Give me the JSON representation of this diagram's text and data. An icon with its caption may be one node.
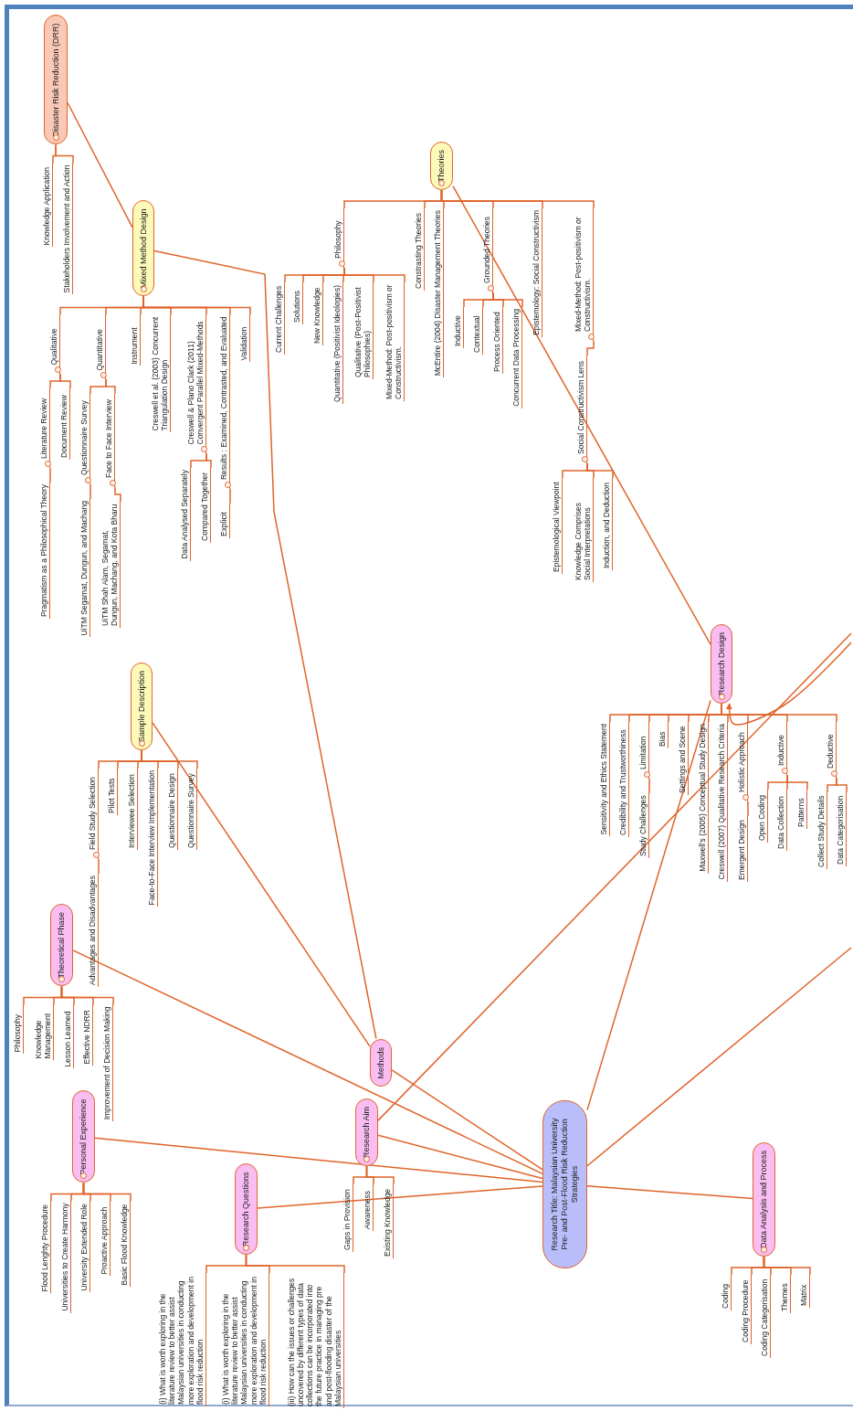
{
  "diagram": {
    "nodes": [
      {
        "text": [
          "Research Title: Malaysian University Pre- and Post-Flood Risk Reduction Strategies"
        ]
      },
      {
        "text": [
          "Disaster Risk Reduction (DRR)"
        ]
      },
      {
        "text": [
          "Knowledge Application"
        ]
      },
      {
        "text": [
          "Stakeholders Involvement and Action"
        ]
      },
      {
        "text": [
          "Mixed Method Design"
        ]
      },
      {
        "text": [
          "Qualitative"
        ]
      },
      {
        "text": [
          "Literature Review"
        ]
      },
      {
        "text": [
          "Pragmatism as a Philosophical Theory"
        ]
      },
      {
        "text": [
          "Document Review"
        ]
      },
      {
        "text": [
          "Quantitative"
        ]
      },
      {
        "text": [
          "Questionnaire Survey"
        ]
      },
      {
        "text": [
          "UiTM Segamat, Dungun, and Machang"
        ]
      },
      {
        "text": [
          "Face to Face Interview"
        ]
      },
      {
        "text": [
          "UiTM Shah Alam, Segamat, Dungun, Machang, and Kota Bharu"
        ]
      },
      {
        "text": [
          "Instrument"
        ]
      },
      {
        "text": [
          "Creswell et al. (2003) Concurrent Triangulation Design"
        ]
      },
      {
        "text": [
          "Creswell & Plano Clark (2011) Convergent Parallel Mixed-Methods"
        ]
      },
      {
        "text": [
          "Data Analysed Separately"
        ]
      },
      {
        "text": [
          "Compared Together"
        ]
      },
      {
        "text": [
          "Results : Examined, Contrasted, and Evaluated"
        ]
      },
      {
        "text": [
          "Explicit"
        ]
      },
      {
        "text": [
          "Validation"
        ]
      },
      {
        "text": [
          "Theories"
        ]
      },
      {
        "text": [
          "Philosophy"
        ]
      },
      {
        "text": [
          "Current Challenges"
        ]
      },
      {
        "text": [
          "Solutions"
        ]
      },
      {
        "text": [
          "New Knowledge"
        ]
      },
      {
        "text": [
          "Quantitative (Positivist Ideologies)"
        ]
      },
      {
        "text": [
          "Qualitative (Post-Positivist Philosophies)"
        ]
      },
      {
        "text": [
          "Mixed-Method: Post-positivism or Constructivism."
        ]
      },
      {
        "text": [
          "Constrasting Theories"
        ]
      },
      {
        "text": [
          "McEntire (2004) Disaster Management Theories"
        ]
      },
      {
        "text": [
          "Grounded Theories"
        ]
      },
      {
        "text": [
          "Inductive"
        ]
      },
      {
        "text": [
          "Contextual"
        ]
      },
      {
        "text": [
          "Process Oriented"
        ]
      },
      {
        "text": [
          "Concurrent Data Processing"
        ]
      },
      {
        "text": [
          "Epistemology: Social Constructivism"
        ]
      },
      {
        "text": [
          "Mixed-Method: Post-positivism or Constructivism."
        ]
      },
      {
        "text": [
          "Social Constructivism Lens"
        ]
      },
      {
        "text": [
          "Epistemological Viewpoint"
        ]
      },
      {
        "text": [
          "Knowledge Comprises Social Interpretations"
        ]
      },
      {
        "text": [
          "Induction, and Deduction"
        ]
      },
      {
        "text": [
          "Sample Description"
        ]
      },
      {
        "text": [
          "Field Study Selection"
        ]
      },
      {
        "text": [
          "Advantages and Disadvantages"
        ]
      },
      {
        "text": [
          "Pilot Tests"
        ]
      },
      {
        "text": [
          "Interviewee Selection"
        ]
      },
      {
        "text": [
          "Face-to-Face Interview Implementation"
        ]
      },
      {
        "text": [
          "Questionnaire Design"
        ]
      },
      {
        "text": [
          "Questionnaire Survey"
        ]
      },
      {
        "text": [
          "Theoretical Phase"
        ]
      },
      {
        "text": [
          "Philosophy"
        ]
      },
      {
        "text": [
          "Knowledge Management"
        ]
      },
      {
        "text": [
          "Lesson Learned"
        ]
      },
      {
        "text": [
          "Effective NDRR"
        ]
      },
      {
        "text": [
          "Improvement of Decision Making"
        ]
      },
      {
        "text": [
          "Methods"
        ]
      },
      {
        "text": [
          "Research Aim"
        ]
      },
      {
        "text": [
          "Gaps in Provision"
        ]
      },
      {
        "text": [
          "Awareness"
        ]
      },
      {
        "text": [
          "Existing Knowledge"
        ]
      },
      {
        "text": [
          "Personal Experience"
        ]
      },
      {
        "text": [
          "Flood Lenghty Procedure"
        ]
      },
      {
        "text": [
          "Universities to Create Harmony"
        ]
      },
      {
        "text": [
          "University Extended Role"
        ]
      },
      {
        "text": [
          "Proactive Approach"
        ]
      },
      {
        "text": [
          "Basic Flood Knowledge"
        ]
      },
      {
        "text": [
          "Research Questions"
        ]
      },
      {
        "text": [
          "(i) What is worth exploring in the literature review to better assist Malaysian universities in conducting more exploration and development in flood risk reduction"
        ]
      },
      {
        "text": [
          "(i) What is worth exploring in the literature review to better assist Malaysian universities in conducting more exploration and development in flood risk reduction"
        ]
      },
      {
        "text": [
          "(iii) How can the issues or challenges uncovered by different types of data collections can be incorporated into the future practice in managing pre and post-flooding disaster of the Malaysian universities"
        ]
      },
      {
        "text": [
          "Research Design"
        ]
      },
      {
        "text": [
          "Sensitivity and Ethics Statement"
        ]
      },
      {
        "text": [
          "Credibility and Trustworthiness"
        ]
      },
      {
        "text": [
          "Limitation"
        ]
      },
      {
        "text": [
          "Study Challenges"
        ]
      },
      {
        "text": [
          "Bias"
        ]
      },
      {
        "text": [
          "Settings and Scene"
        ]
      },
      {
        "text": [
          "Maxwell's (2005) Conceptual Study Design"
        ]
      },
      {
        "text": [
          "Creswell (2007) Qualitative Research Criteria"
        ]
      },
      {
        "text": [
          "Holistic Approach"
        ]
      },
      {
        "text": [
          "Emergent Design"
        ]
      },
      {
        "text": [
          "Inductive"
        ]
      },
      {
        "text": [
          "Open Coding"
        ]
      },
      {
        "text": [
          "Data Collection"
        ]
      },
      {
        "text": [
          "Patterns"
        ]
      },
      {
        "text": [
          "Deductive"
        ]
      },
      {
        "text": [
          "Collect Study Details"
        ]
      },
      {
        "text": [
          "Data Categorisation"
        ]
      },
      {
        "text": [
          "Data Analysis and Process"
        ]
      },
      {
        "text": [
          "Coding"
        ]
      },
      {
        "text": [
          "Coding Procedure"
        ]
      },
      {
        "text": [
          "Coding Categorisation"
        ]
      },
      {
        "text": [
          "Themes"
        ]
      },
      {
        "text": [
          "Matrix"
        ]
      }
    ],
    "edges": [
      {
        "from": 1,
        "to": 2,
        "arrow": "none"
      },
      {
        "from": 1,
        "to": 3,
        "arrow": "none"
      },
      {
        "from": 4,
        "to": 5,
        "arrow": "none"
      },
      {
        "from": 5,
        "to": 6,
        "arrow": "none"
      },
      {
        "from": 6,
        "to": 7,
        "arrow": "none"
      },
      {
        "from": 5,
        "to": 8,
        "arrow": "none"
      },
      {
        "from": 4,
        "to": 9,
        "arrow": "none"
      },
      {
        "from": 9,
        "to": 10,
        "arrow": "none"
      },
      {
        "from": 10,
        "to": 11,
        "arrow": "none"
      },
      {
        "from": 9,
        "to": 12,
        "arrow": "none"
      },
      {
        "from": 12,
        "to": 13,
        "arrow": "none"
      },
      {
        "from": 4,
        "to": 14,
        "arrow": "none"
      },
      {
        "from": 4,
        "to": 15,
        "arrow": "none"
      },
      {
        "from": 4,
        "to": 16,
        "arrow": "none"
      },
      {
        "from": 16,
        "to": 17,
        "arrow": "none"
      },
      {
        "from": 16,
        "to": 18,
        "arrow": "none"
      },
      {
        "from": 4,
        "to": 19,
        "arrow": "none"
      },
      {
        "from": 19,
        "to": 20,
        "arrow": "none"
      },
      {
        "from": 4,
        "to": 21,
        "arrow": "none"
      },
      {
        "from": 22,
        "to": 23,
        "arrow": "none"
      },
      {
        "from": 23,
        "to": 24,
        "arrow": "none"
      },
      {
        "from": 23,
        "to": 25,
        "arrow": "none"
      },
      {
        "from": 23,
        "to": 26,
        "arrow": "none"
      },
      {
        "from": 23,
        "to": 27,
        "arrow": "none"
      },
      {
        "from": 23,
        "to": 28,
        "arrow": "none"
      },
      {
        "from": 23,
        "to": 29,
        "arrow": "none"
      },
      {
        "from": 22,
        "to": 30,
        "arrow": "none"
      },
      {
        "from": 22,
        "to": 31,
        "arrow": "none"
      },
      {
        "from": 22,
        "to": 32,
        "arrow": "none"
      },
      {
        "from": 32,
        "to": 33,
        "arrow": "none"
      },
      {
        "from": 32,
        "to": 34,
        "arrow": "none"
      },
      {
        "from": 32,
        "to": 35,
        "arrow": "none"
      },
      {
        "from": 32,
        "to": 36,
        "arrow": "none"
      },
      {
        "from": 22,
        "to": 37,
        "arrow": "none"
      },
      {
        "from": 22,
        "to": 38,
        "arrow": "none"
      },
      {
        "from": 38,
        "to": 39,
        "arrow": "none"
      },
      {
        "from": 39,
        "to": 40,
        "arrow": "none"
      },
      {
        "from": 39,
        "to": 41,
        "arrow": "none"
      },
      {
        "from": 39,
        "to": 42,
        "arrow": "none"
      },
      {
        "from": 43,
        "to": 44,
        "arrow": "none"
      },
      {
        "from": 44,
        "to": 45,
        "arrow": "none"
      },
      {
        "from": 43,
        "to": 46,
        "arrow": "none"
      },
      {
        "from": 43,
        "to": 47,
        "arrow": "none"
      },
      {
        "from": 43,
        "to": 48,
        "arrow": "none"
      },
      {
        "from": 43,
        "to": 49,
        "arrow": "none"
      },
      {
        "from": 43,
        "to": 50,
        "arrow": "none"
      },
      {
        "from": 51,
        "to": 52,
        "arrow": "none"
      },
      {
        "from": 51,
        "to": 53,
        "arrow": "none"
      },
      {
        "from": 51,
        "to": 54,
        "arrow": "none"
      },
      {
        "from": 51,
        "to": 55,
        "arrow": "none"
      },
      {
        "from": 51,
        "to": 56,
        "arrow": "none"
      },
      {
        "from": 58,
        "to": 59,
        "arrow": "none"
      },
      {
        "from": 58,
        "to": 60,
        "arrow": "none"
      },
      {
        "from": 58,
        "to": 61,
        "arrow": "none"
      },
      {
        "from": 62,
        "to": 63,
        "arrow": "none"
      },
      {
        "from": 62,
        "to": 64,
        "arrow": "none"
      },
      {
        "from": 62,
        "to": 65,
        "arrow": "none"
      },
      {
        "from": 62,
        "to": 66,
        "arrow": "none"
      },
      {
        "from": 62,
        "to": 67,
        "arrow": "none"
      },
      {
        "from": 68,
        "to": 69,
        "arrow": "none"
      },
      {
        "from": 68,
        "to": 70,
        "arrow": "none"
      },
      {
        "from": 68,
        "to": 71,
        "arrow": "none"
      },
      {
        "from": 72,
        "to": 73,
        "arrow": "none"
      },
      {
        "from": 72,
        "to": 74,
        "arrow": "none"
      },
      {
        "from": 72,
        "to": 75,
        "arrow": "none"
      },
      {
        "from": 75,
        "to": 76,
        "arrow": "none"
      },
      {
        "from": 72,
        "to": 77,
        "arrow": "none"
      },
      {
        "from": 72,
        "to": 78,
        "arrow": "none"
      },
      {
        "from": 72,
        "to": 79,
        "arrow": "none"
      },
      {
        "from": 72,
        "to": 80,
        "arrow": "none"
      },
      {
        "from": 72,
        "to": 81,
        "arrow": "none"
      },
      {
        "from": 81,
        "to": 82,
        "arrow": "none"
      },
      {
        "from": 72,
        "to": 83,
        "arrow": "none"
      },
      {
        "from": 83,
        "to": 84,
        "arrow": "none"
      },
      {
        "from": 83,
        "to": 85,
        "arrow": "none"
      },
      {
        "from": 83,
        "to": 86,
        "arrow": "none"
      },
      {
        "from": 72,
        "to": 87,
        "arrow": "none"
      },
      {
        "from": 87,
        "to": 88,
        "arrow": "none"
      },
      {
        "from": 87,
        "to": 89,
        "arrow": "none"
      },
      {
        "from": 90,
        "to": 91,
        "arrow": "none"
      },
      {
        "from": 90,
        "to": 92,
        "arrow": "none"
      },
      {
        "from": 90,
        "to": 93,
        "arrow": "none"
      },
      {
        "from": 90,
        "to": 94,
        "arrow": "none"
      },
      {
        "from": 90,
        "to": 95,
        "arrow": "none"
      },
      {
        "from": 0,
        "to": 72,
        "arrow": "none"
      },
      {
        "from": 0,
        "to": 57,
        "arrow": "none"
      },
      {
        "from": 0,
        "to": 58,
        "arrow": "none"
      },
      {
        "from": 0,
        "to": 51,
        "arrow": "none"
      },
      {
        "from": 0,
        "to": 62,
        "arrow": "none"
      },
      {
        "from": 0,
        "to": 68,
        "arrow": "none"
      },
      {
        "from": 0,
        "to": 90,
        "arrow": "none"
      },
      {
        "from": 0,
        "to": null,
        "arrow": "none"
      },
      {
        "from": 58,
        "to": null,
        "arrow": "none"
      },
      {
        "from": null,
        "to": 72,
        "arrow": "to"
      },
      {
        "from": 57,
        "to": 4,
        "arrow": "none"
      },
      {
        "from": 57,
        "to": 43,
        "arrow": "none"
      },
      {
        "from": 4,
        "to": 1,
        "arrow": "none"
      },
      {
        "from": 72,
        "to": 22,
        "arrow": "none"
      }
    ]
  }
}
